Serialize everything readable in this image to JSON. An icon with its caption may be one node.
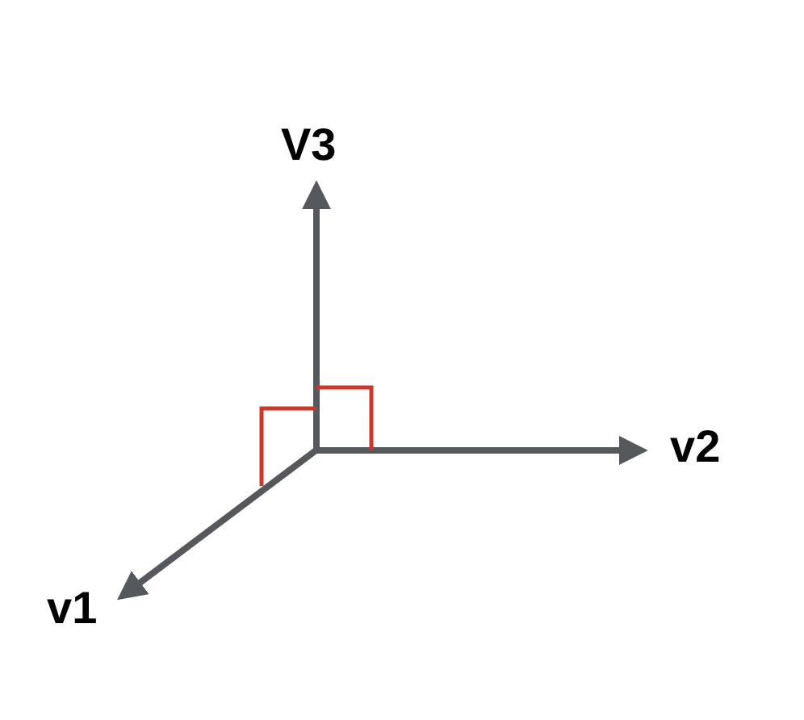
{
  "diagram": {
    "labels": [
      "V3",
      "v2",
      "v1"
    ]
  }
}
